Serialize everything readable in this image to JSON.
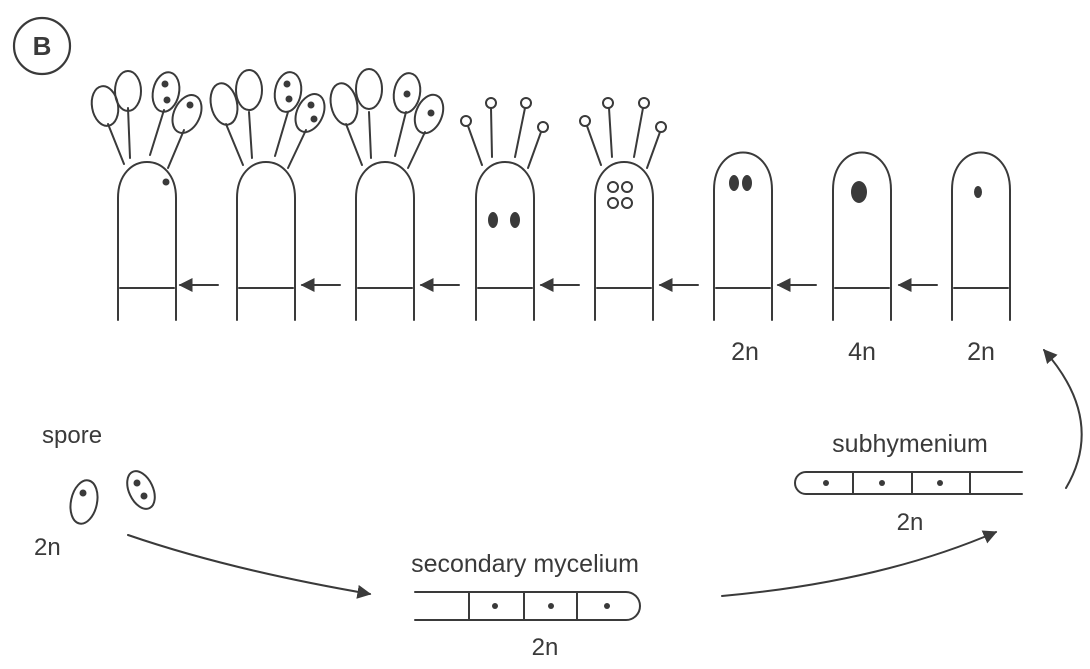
{
  "panel_label": "B",
  "stage_ploidy": [
    "2n",
    "4n",
    "2n"
  ],
  "labels": {
    "spore": "spore",
    "spore_ploidy": "2n",
    "secondary_mycelium": "secondary mycelium",
    "secondary_mycelium_ploidy": "2n",
    "subhymenium": "subhymenium",
    "subhymenium_ploidy": "2n"
  },
  "colors": {
    "stroke": "#3a3a3a",
    "nucleus": "#3a3a3a",
    "background": "#ffffff"
  }
}
